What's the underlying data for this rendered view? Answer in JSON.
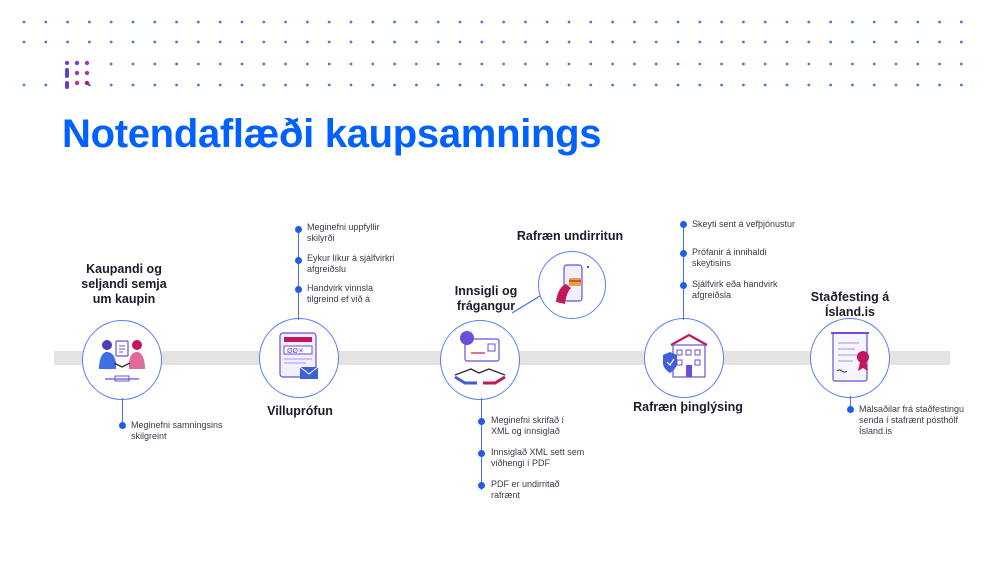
{
  "title": "Notendaflæði kaupsamnings",
  "colors": {
    "accent": "#0061ff",
    "line": "#4a6fe8",
    "track": "#e3e3e3",
    "illustration": "#6b4fd8",
    "highlight": "#c2185b"
  },
  "steps": [
    {
      "label": "Kaupandi og seljandi semja um kaupin",
      "icon": "handshake-people-icon",
      "notes": [
        "Meginefni samningsins skilgreint"
      ]
    },
    {
      "label": "Villuprófun",
      "icon": "form-envelope-icon",
      "notes": [
        "Meginefni uppfyllir skilyrði",
        "Eykur líkur á sjálfvirkri afgreiðslu",
        "Handvirk vinnsla tilgreind ef við á"
      ]
    },
    {
      "label": "Innsigli og frágangur",
      "icon": "handshake-document-icon",
      "notes": [
        "Meginefni skrifað í XML og innsiglað",
        "Innsiglað XML sett sem viðhengi í PDF",
        "PDF er undirritað rafrænt"
      ]
    },
    {
      "label": "Rafræn undirritun",
      "icon": "phone-signature-icon",
      "notes": []
    },
    {
      "label": "Rafræn þinglýsing",
      "icon": "house-shield-icon",
      "notes": [
        "Skeyti sent á vefþjónustur",
        "Prófanir á innihaldi skeytisins",
        "Sjálfvirk eða handvirk afgreiðsla"
      ]
    },
    {
      "label": "Staðfesting á Ísland.is",
      "icon": "certificate-scroll-icon",
      "notes": [
        "Málsaðilar frá staðfestingu senda í stafrænt pósthólf Ísland.is"
      ]
    }
  ]
}
